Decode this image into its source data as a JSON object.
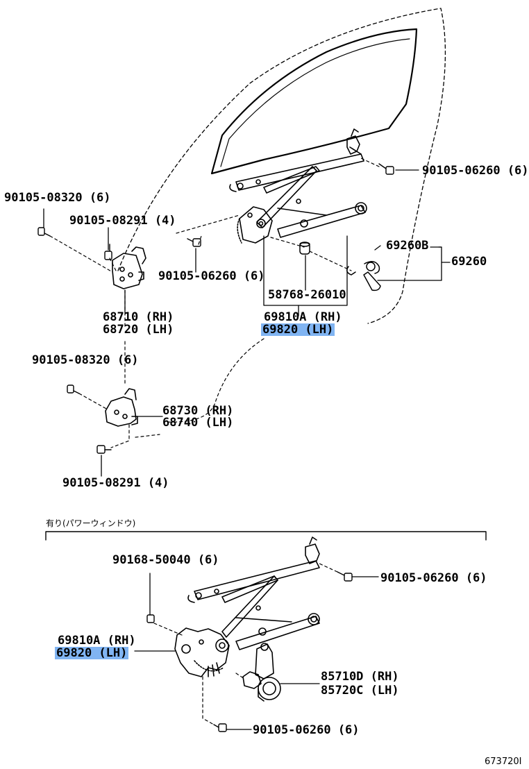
{
  "upper": {
    "bolt_left_top": "90105-08320 (6)",
    "bolt_hinge_top": "90105-08291 (4)",
    "bolt_mid": "90105-06260 (6)",
    "bolt_right_top": "90105-06260 (6)",
    "hinge_upper_rh": "68710 (RH)",
    "hinge_upper_lh": "68720 (LH)",
    "bolt_left_lower": "90105-08320 (6)",
    "hinge_lower_rh": "68730 (RH)",
    "hinge_lower_lh": "68740 (LH)",
    "bolt_hinge_bottom": "90105-08291 (4)",
    "handle_sub": "69260B",
    "handle": "69260",
    "cushion": "58768-26010",
    "regulator_rh": "69810A (RH)",
    "regulator_lh": "69820 (LH)"
  },
  "lower": {
    "section_title": "有り(パワーウィンドウ)",
    "bolt_top_left": "90168-50040 (6)",
    "bolt_top_right": "90105-06260 (6)",
    "regulator_rh": "69810A (RH)",
    "regulator_lh": "69820 (LH)",
    "motor_rh": "85710D (RH)",
    "motor_lh": "85720C (LH)",
    "bolt_bottom": "90105-06260 (6)"
  },
  "figure_ref": "673720I",
  "colors": {
    "highlight": "#80b4f2",
    "ink": "#000000"
  }
}
